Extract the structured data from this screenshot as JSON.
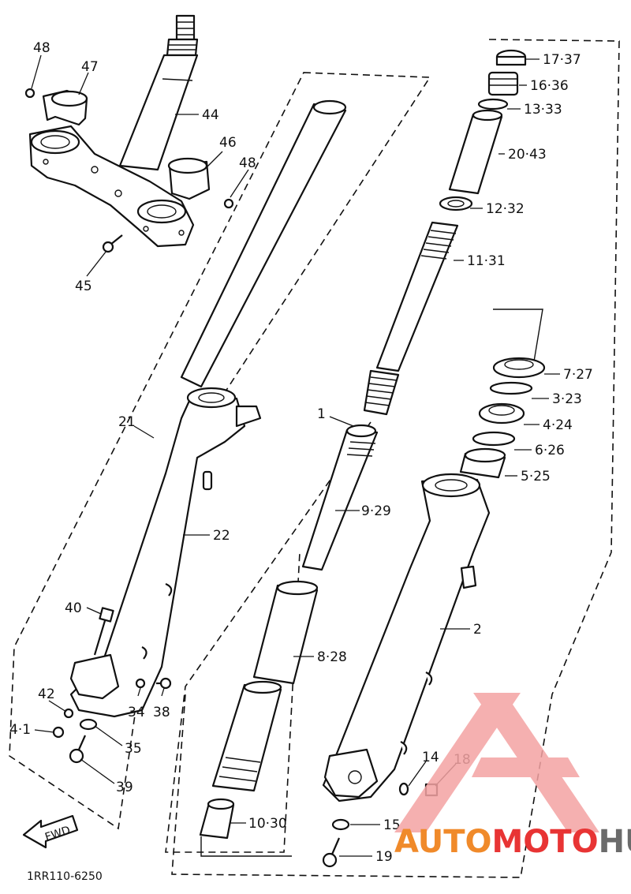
{
  "diagram": {
    "code": "1RR110-6250",
    "fwd_label": "FWD",
    "labels": [
      {
        "id": "48a",
        "text": "48"
      },
      {
        "id": "47",
        "text": "47"
      },
      {
        "id": "44",
        "text": "44"
      },
      {
        "id": "46",
        "text": "46"
      },
      {
        "id": "48b",
        "text": "48"
      },
      {
        "id": "45",
        "text": "45"
      },
      {
        "id": "21",
        "text": "21"
      },
      {
        "id": "22",
        "text": "22"
      },
      {
        "id": "40",
        "text": "40"
      },
      {
        "id": "42",
        "text": "42"
      },
      {
        "id": "41",
        "text": "4·1"
      },
      {
        "id": "34",
        "text": "34"
      },
      {
        "id": "38",
        "text": "38"
      },
      {
        "id": "35",
        "text": "35"
      },
      {
        "id": "39",
        "text": "39"
      },
      {
        "id": "1",
        "text": "1"
      },
      {
        "id": "9.29",
        "text": "9·29"
      },
      {
        "id": "8.28",
        "text": "8·28"
      },
      {
        "id": "10.30",
        "text": "10·30"
      },
      {
        "id": "17.37",
        "text": "17·37"
      },
      {
        "id": "16.36",
        "text": "16·36"
      },
      {
        "id": "13.33",
        "text": "13·33"
      },
      {
        "id": "20.43",
        "text": "20·43"
      },
      {
        "id": "12.32",
        "text": "12·32"
      },
      {
        "id": "11.31",
        "text": "11·31"
      },
      {
        "id": "7.27",
        "text": "7·27"
      },
      {
        "id": "3.23",
        "text": "3·23"
      },
      {
        "id": "4.24",
        "text": "4·24"
      },
      {
        "id": "6.26",
        "text": "6·26"
      },
      {
        "id": "5.25",
        "text": "5·25"
      },
      {
        "id": "2",
        "text": "2"
      },
      {
        "id": "14",
        "text": "14"
      },
      {
        "id": "18",
        "text": "18"
      },
      {
        "id": "15",
        "text": "15"
      },
      {
        "id": "19",
        "text": "19"
      }
    ]
  },
  "watermark": {
    "part1": "AUTO",
    "part2": "MOTO",
    "part3": "HUB",
    "color_auto": "#f08a2a",
    "color_moto": "#e83434",
    "color_hub": "#6b6b6b",
    "logo_color": "#f4a3a3"
  }
}
